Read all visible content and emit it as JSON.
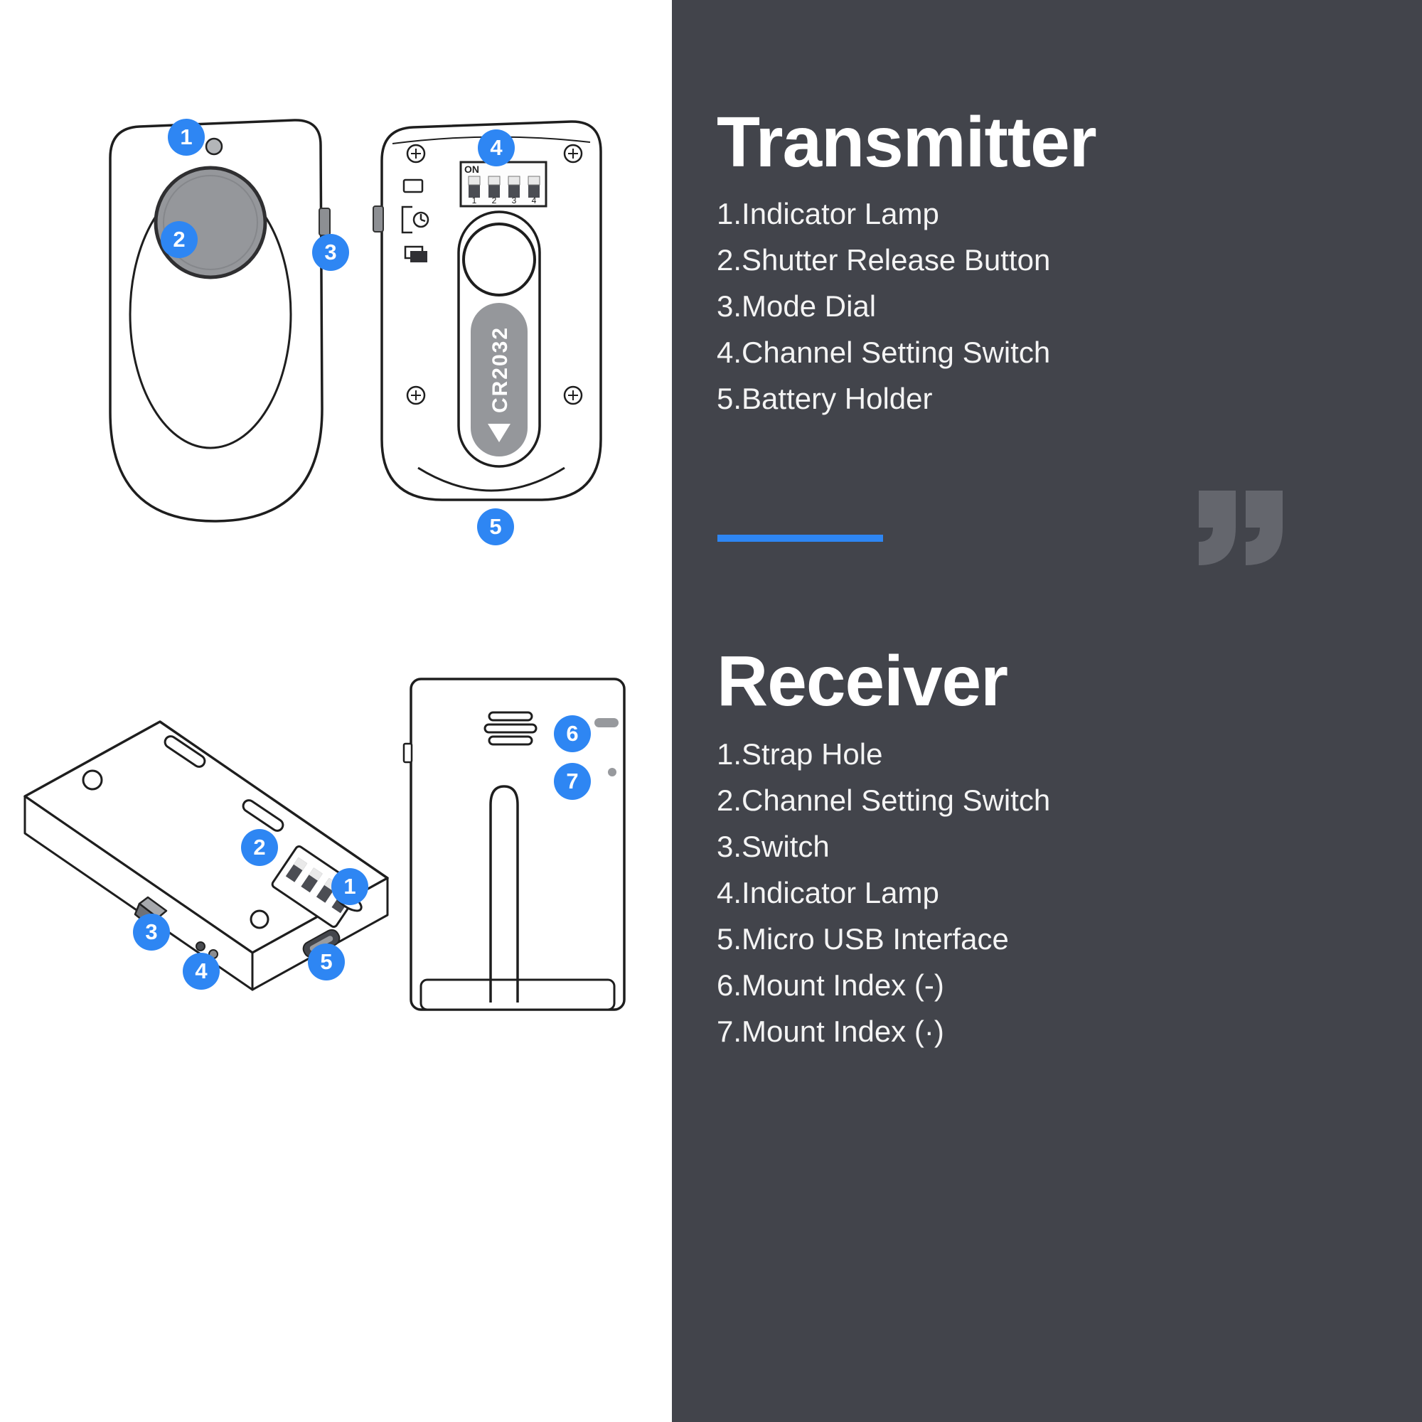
{
  "colors": {
    "accent_blue": "#2e86f3",
    "panel_background": "#42444b",
    "quote_gray": "#64666d",
    "outline": "#1e1e1e",
    "device_gray": "#95979b"
  },
  "transmitter": {
    "title": "Transmitter",
    "items": [
      "1.Indicator Lamp",
      "2.Shutter Release Button",
      "3.Mode Dial",
      "4.Channel Setting Switch",
      "5.Battery Holder"
    ]
  },
  "receiver": {
    "title": "Receiver",
    "items": [
      "1.Strap Hole",
      "2.Channel Setting Switch",
      "3.Switch",
      "4.Indicator Lamp",
      "5.Micro USB Interface",
      "6.Mount Index (-)",
      "7.Mount Index (·)"
    ]
  },
  "diagram": {
    "battery_label": "CR2032",
    "dip_on": "ON",
    "dip_numbers": [
      "1",
      "2",
      "3",
      "4"
    ],
    "callouts": {
      "t1": "1",
      "t2": "2",
      "t3": "3",
      "t4": "4",
      "t5": "5",
      "rp1": "1",
      "rp2": "2",
      "rp3": "3",
      "rp4": "4",
      "rp5": "5",
      "rf6": "6",
      "rf7": "7"
    }
  }
}
